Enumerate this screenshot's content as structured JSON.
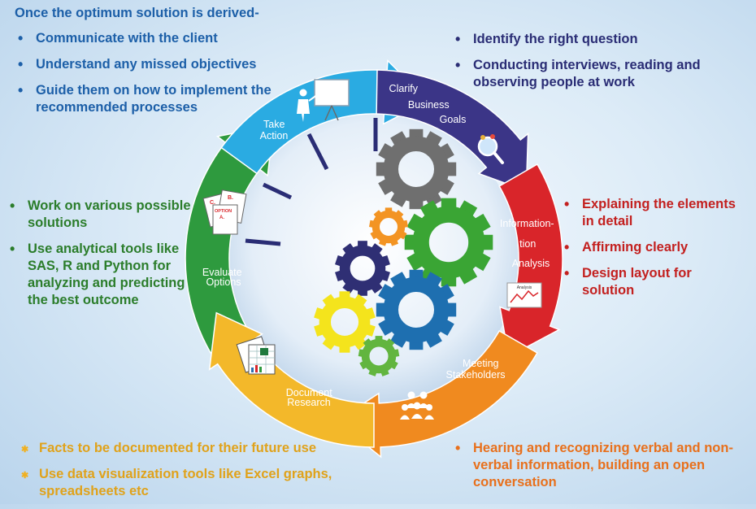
{
  "top_left": {
    "heading": "Once the optimum solution is derived-",
    "items": [
      "Communicate with the client",
      "Understand any missed objectives",
      "Guide them on how to implement the recommended processes"
    ]
  },
  "top_right": {
    "items": [
      "Identify the right question",
      "Conducting interviews, reading and observing people at work"
    ]
  },
  "mid_right": {
    "items": [
      "Explaining the elements in detail",
      "Affirming clearly",
      "Design layout for solution"
    ]
  },
  "mid_left": {
    "items": [
      "Work on various possible solutions",
      "Use analytical tools like SAS, R and Python for analyzing and predicting the best outcome"
    ]
  },
  "bottom_left": {
    "items": [
      "Facts to be documented for their future use",
      "Use data visualization tools like Excel graphs, spreadsheets etc"
    ]
  },
  "bottom_right": {
    "items": [
      "Hearing and recognizing verbal and non-verbal information, building an open conversation"
    ]
  },
  "cycle": {
    "take_action": [
      "Take",
      "Action"
    ],
    "clarify": [
      "Clarify",
      "Business",
      "Goals"
    ],
    "information": [
      "Information-",
      "tion",
      "Analysis"
    ],
    "meeting": [
      "Meeting",
      "Stakeholders"
    ],
    "document": [
      "Document",
      "Research"
    ],
    "evaluate": [
      "Evaluate",
      "Options"
    ],
    "doc_texts": [
      "OPTION",
      "A.",
      "B.",
      "C."
    ],
    "icon_texts": [
      "Analysis"
    ]
  },
  "colors": {
    "take_action": "#2aabe2",
    "clarify": "#3b3587",
    "information": "#d9252a",
    "meeting": "#f08a1f",
    "document": "#f3b82a",
    "evaluate": "#2e9a3e",
    "gear_gray": "#6f6f6f",
    "gear_green": "#3aa534",
    "gear_orange": "#f39423",
    "gear_navy": "#2f2f74",
    "gear_blue": "#1e6fb0",
    "gear_yellow": "#f4e41c",
    "gear_lightgreen": "#62b53f"
  }
}
